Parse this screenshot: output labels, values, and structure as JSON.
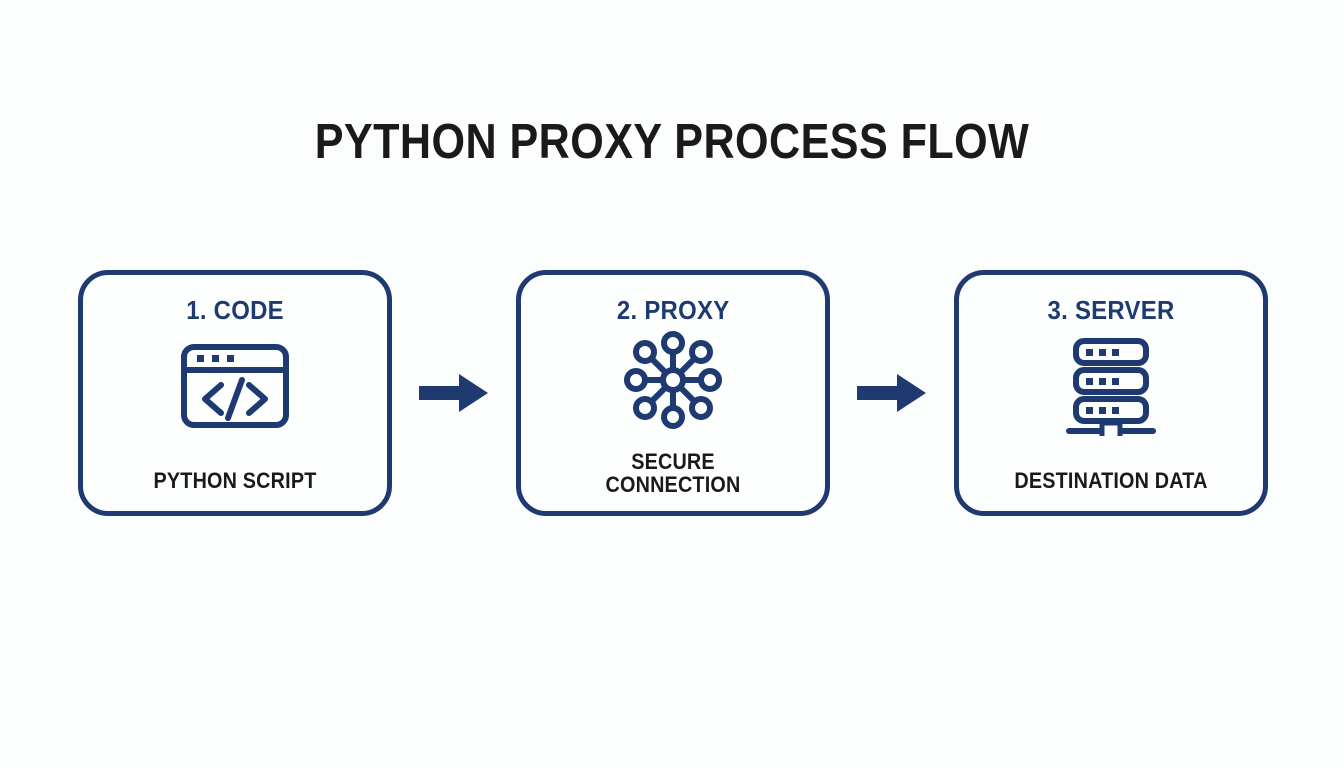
{
  "page": {
    "title": "PYTHON PROXY PROCESS FLOW",
    "background_color": "#fcfdfd"
  },
  "colors": {
    "navy": "#1e3a70",
    "text_dark": "#1a1a1a",
    "card_fill": "#fdfefe"
  },
  "flow": {
    "steps": [
      {
        "title": "1. CODE",
        "icon": "code-window-icon",
        "label_line1": "PYTHON SCRIPT",
        "label_line2": ""
      },
      {
        "title": "2. PROXY",
        "icon": "network-hub-icon",
        "label_line1": "SECURE",
        "label_line2": "CONNECTION"
      },
      {
        "title": "3. SERVER",
        "icon": "server-rack-icon",
        "label_line1": "DESTINATION DATA",
        "label_line2": ""
      }
    ],
    "connectors": [
      {
        "icon": "arrow-right-icon"
      },
      {
        "icon": "arrow-right-icon"
      }
    ]
  }
}
